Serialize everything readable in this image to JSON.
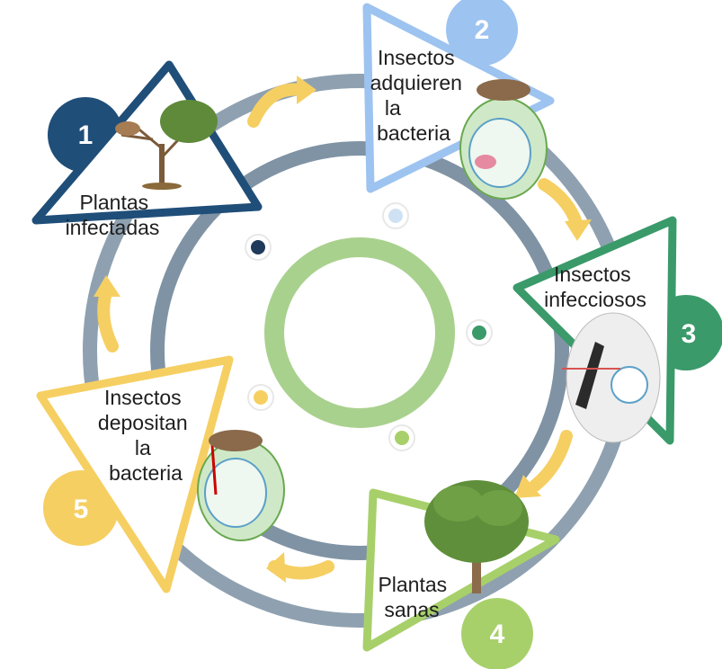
{
  "stages": [
    {
      "number": "1",
      "lines": [
        "Plantas",
        "infectadas"
      ],
      "color": "#1f4e79",
      "image": "infected-tree-icon"
    },
    {
      "number": "2",
      "lines": [
        "Insectos",
        "adquieren",
        "la",
        "bacteria"
      ],
      "color": "#9dc3f0",
      "image": "insect-acquiring-bacteria-icon"
    },
    {
      "number": "3",
      "lines": [
        "Insectos",
        "infecciosos"
      ],
      "color": "#3a9a6a",
      "image": "infectious-insect-icon"
    },
    {
      "number": "4",
      "lines": [
        "Plantas",
        "sanas"
      ],
      "color": "#a7d06a",
      "image": "healthy-tree-icon"
    },
    {
      "number": "5",
      "lines": [
        "Insectos",
        "depositan",
        "la",
        "bacteria"
      ],
      "color": "#f6cf62",
      "image": "insect-depositing-bacteria-icon"
    }
  ],
  "colors": {
    "outer_ring": "#8fa1b0",
    "center_ring": "#a9d18e",
    "arrows": "#f6cf62"
  }
}
